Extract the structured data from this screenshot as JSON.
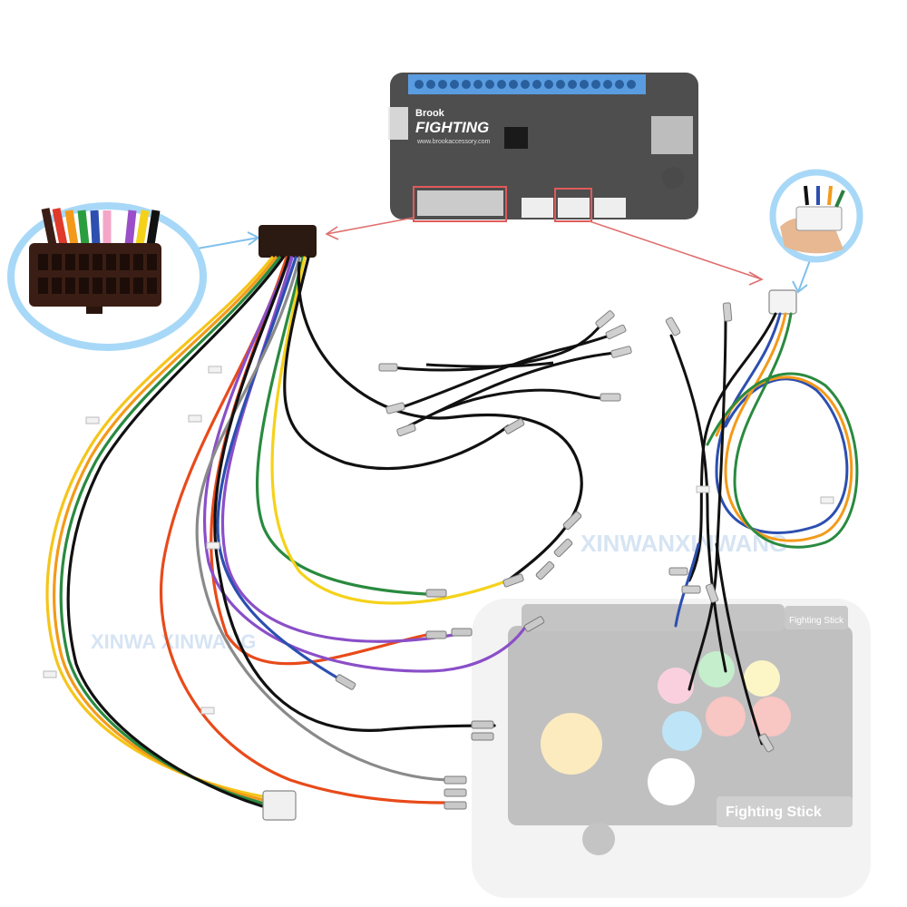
{
  "pcb": {
    "brand": "Brook",
    "title": "FIGHTING",
    "url": "www.brookaccessory.com"
  },
  "console": {
    "badge": "Fighting Stick",
    "logo": "Fighting Stick"
  },
  "watermarks": {
    "right": "XINWANXINWANG",
    "left": "XINWA XINWANG"
  },
  "colors": {
    "pcb": "#2a2a2a",
    "terminal_strip": "#4a90d9",
    "highlight_box": "#e05a5a",
    "callout_ring": "#9fd3f5",
    "connector_20pin": "#3a1d14"
  }
}
